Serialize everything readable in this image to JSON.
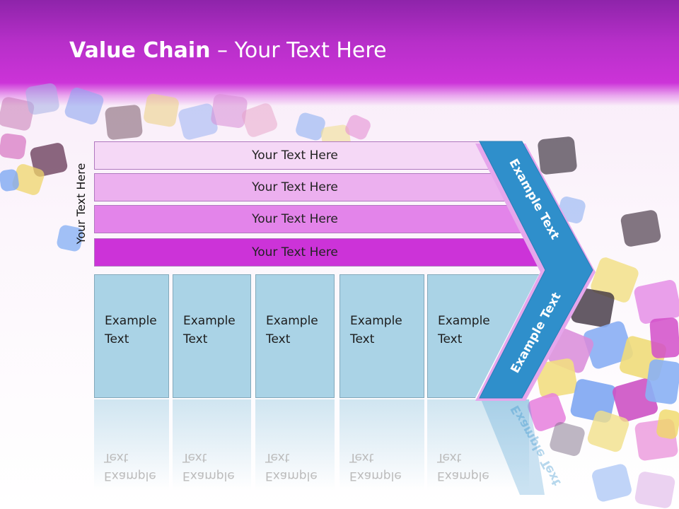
{
  "title": {
    "bold": "Value Chain",
    "rest": " – Your Text Here"
  },
  "side_label": "Your Text Here",
  "rows": [
    {
      "label": "Your Text Here",
      "color": "#f5d8f6"
    },
    {
      "label": "Your Text Here",
      "color": "#ecb0ef"
    },
    {
      "label": "Your Text Here",
      "color": "#e384ea"
    },
    {
      "label": "Your Text Here",
      "color": "#cc33d8"
    }
  ],
  "boxes": [
    {
      "line1": "Example",
      "line2": "Text"
    },
    {
      "line1": "Example",
      "line2": "Text"
    },
    {
      "line1": "Example",
      "line2": "Text"
    },
    {
      "line1": "Example",
      "line2": "Text"
    },
    {
      "line1": "Example",
      "line2": "Text"
    }
  ],
  "arrow": {
    "top_text": "Example Text",
    "bottom_text": "Example Text",
    "color": "#2f8fcb"
  },
  "colors": {
    "header": "#b72fc9",
    "box": "#aad3e6"
  }
}
